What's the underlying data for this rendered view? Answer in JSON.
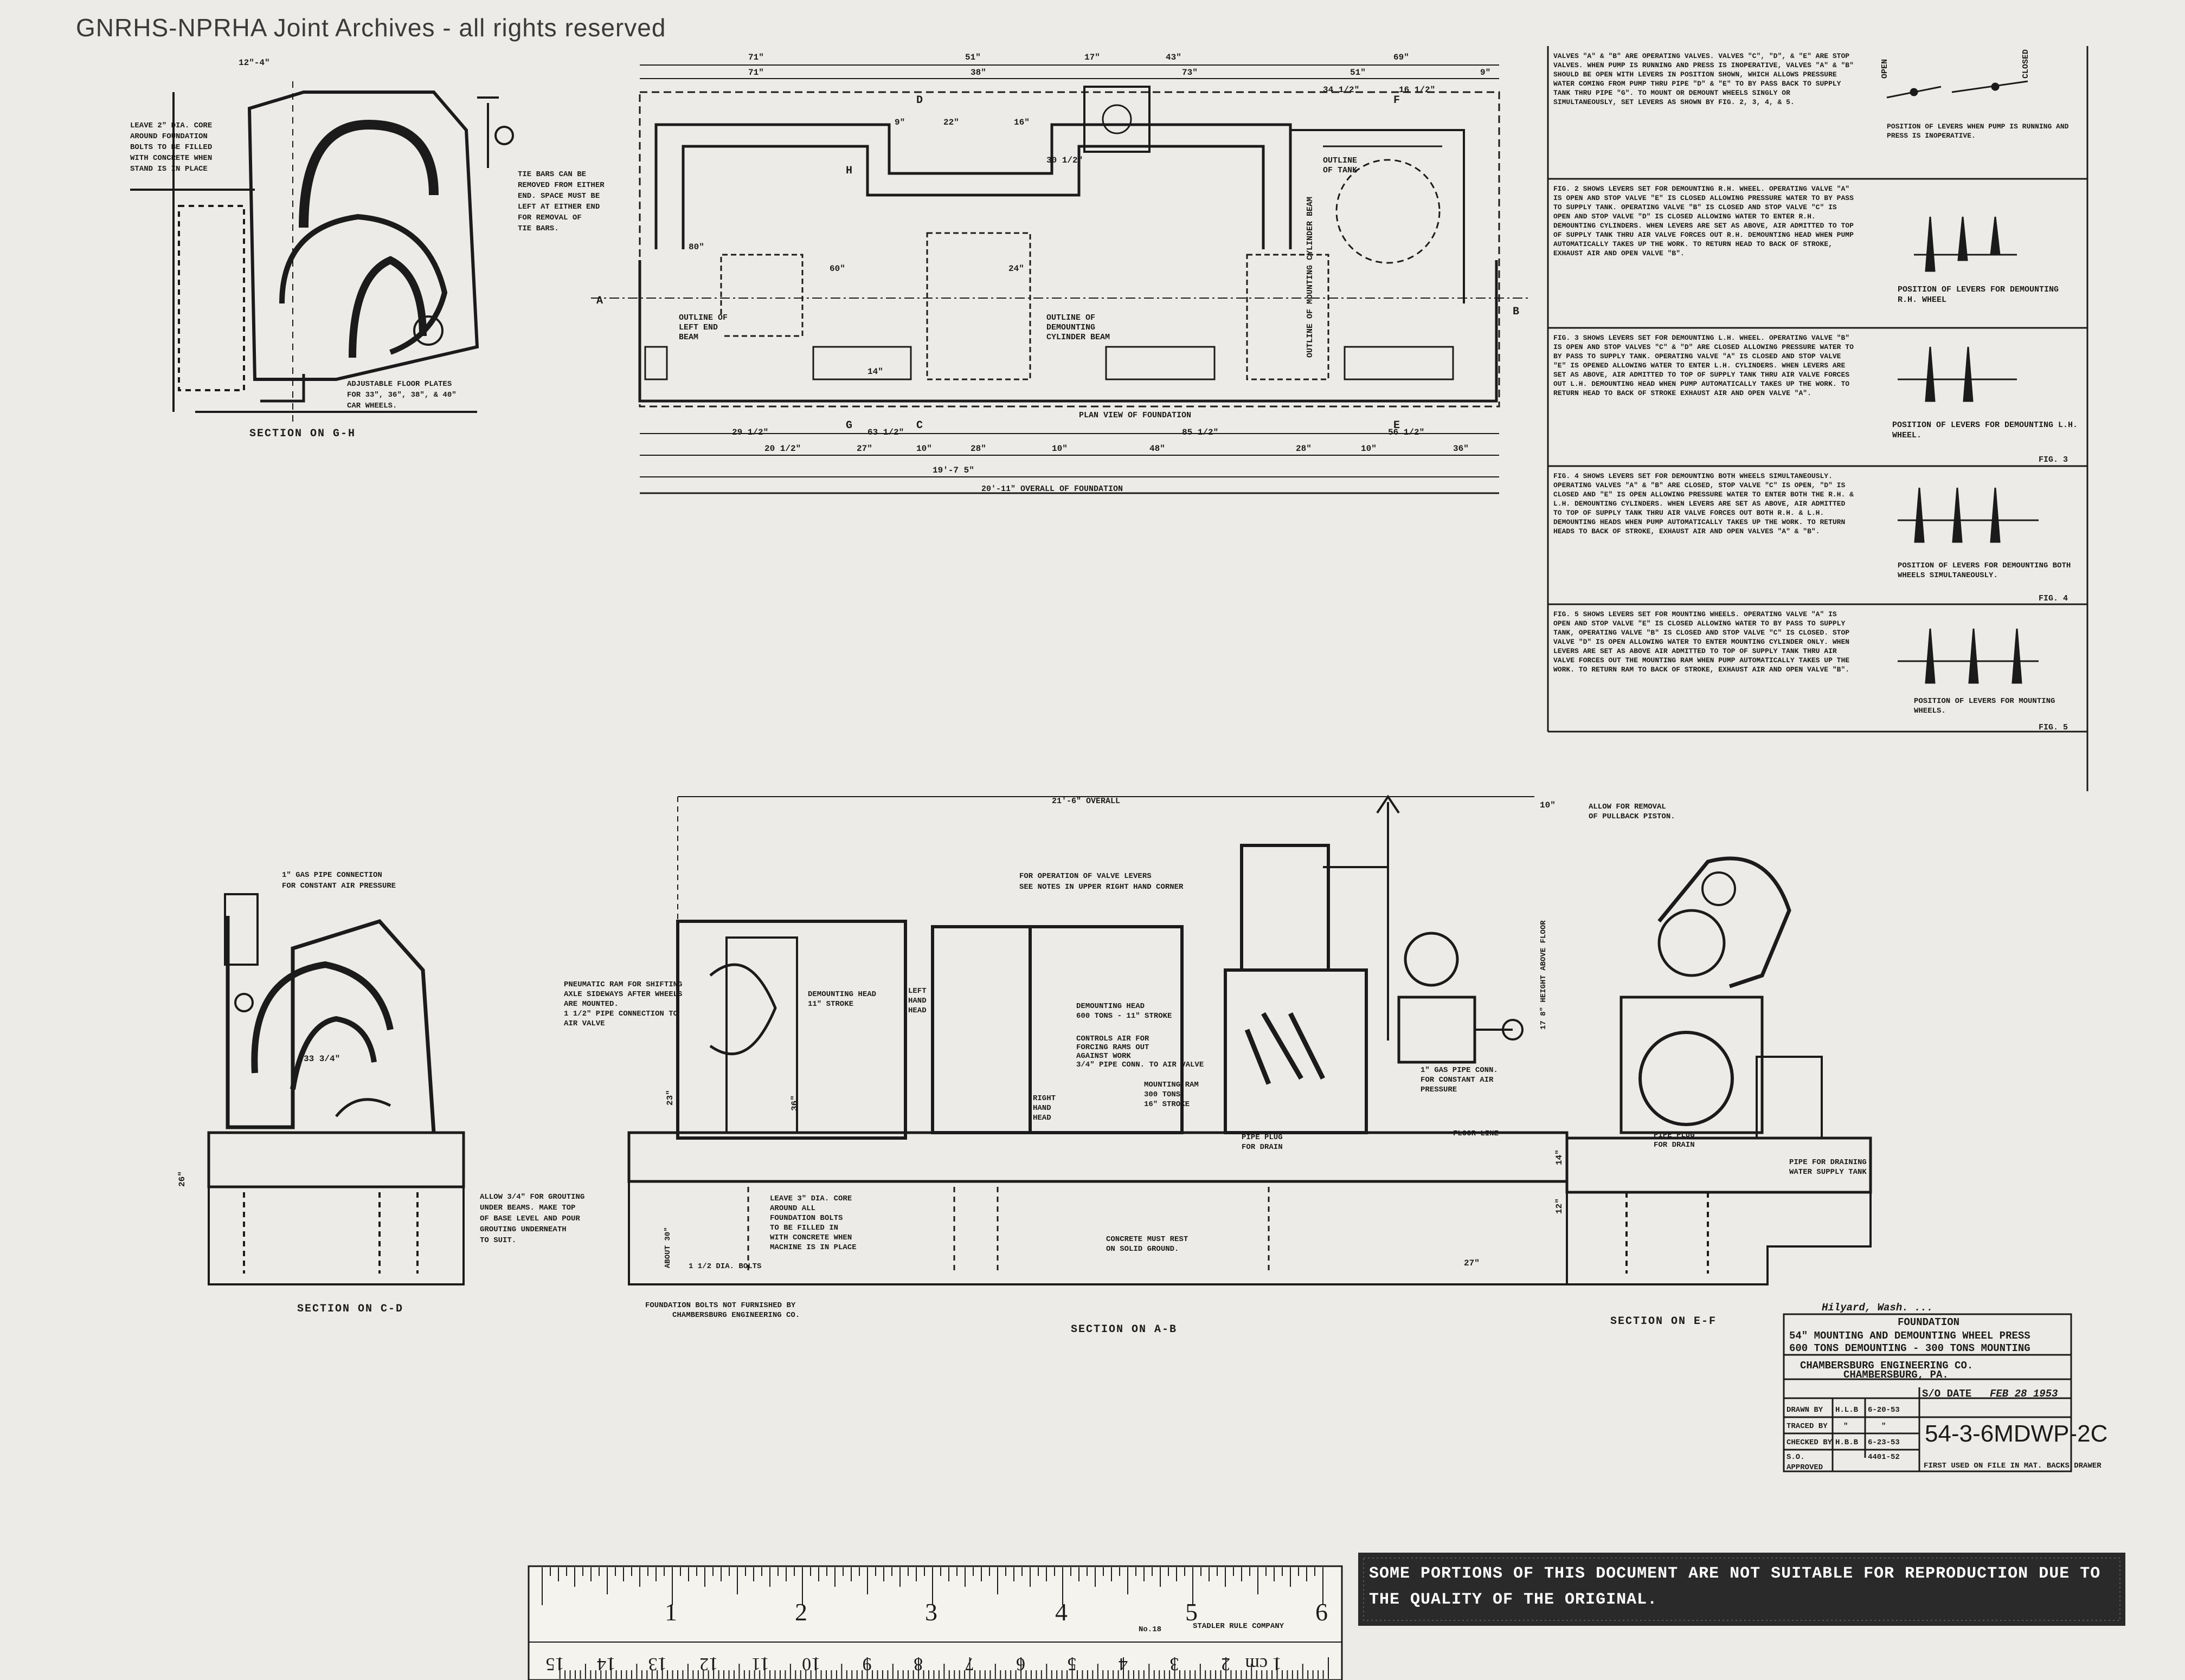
{
  "watermark": "GNRHS-NPRHA Joint Archives - all rights reserved",
  "section_gh": {
    "title": "SECTION ON G-H",
    "dim_top": "12\"-4\"",
    "core_note": "LEAVE 2\" DIA. CORE AROUND FOUNDATION BOLTS TO BE FILLED WITH CONCRETE WHEN STAND IS IN PLACE",
    "tie_bars_note": "TIE BARS CAN BE REMOVED FROM EITHER END. SPACE MUST BE LEFT AT EITHER END FOR REMOVAL OF TIE BARS.",
    "floor_plates_note": "ADJUSTABLE FLOOR PLATES FOR 33\", 36\", 38\", & 40\" CAR WHEELS."
  },
  "plan_view": {
    "title": "PLAN VIEW OF FOUNDATION",
    "top_dims_row1": [
      "71\"",
      "51\"",
      "17\"",
      "43\"",
      "69\""
    ],
    "top_dims_row2": [
      "71\"",
      "38\"",
      "73\"",
      "51\"",
      "9\""
    ],
    "inner_dims": [
      "9\"",
      "22\"",
      "16\"",
      "34 1/2\"",
      "16 1/2\"",
      "30 1/2\"",
      "80\"",
      "60\"",
      "24\"",
      "14\""
    ],
    "bottom_dims_row1": [
      "29 1/2\"",
      "63 1/2\"",
      "85 1/2\"",
      "56 1/2\""
    ],
    "bottom_dims_row2": [
      "20 1/2\"",
      "27\"",
      "10\"",
      "28\"",
      "10\"",
      "48\"",
      "28\"",
      "10\"",
      "36\""
    ],
    "bottom_dims_row3": [
      "19'-7 5\""
    ],
    "overall": "20'-11\" OVERALL OF FOUNDATION",
    "labels": [
      "OUTLINE OF LEFT END BEAM",
      "OUTLINE OF DEMOUNTING CYLINDER BEAM",
      "OUTLINE OF TANK",
      "OUTLINE OF MOUNTING CYLINDER BEAM"
    ],
    "markers": [
      "A",
      "B",
      "C",
      "D",
      "E",
      "F",
      "G",
      "H"
    ]
  },
  "valve_notes": [
    {
      "text": "VALVES \"A\" & \"B\" ARE OPERATING VALVES. VALVES \"C\", \"D\", & \"E\" ARE STOP VALVES. WHEN PUMP IS RUNNING AND PRESS IS INOPERATIVE, VALVES \"A\" & \"B\" SHOULD BE OPEN WITH LEVERS IN POSITION SHOWN, WHICH ALLOWS PRESSURE WATER COMING FROM PUMP THRU PIPE \"D\" & \"E\" TO BY PASS BACK TO SUPPLY TANK THRU PIPE \"G\". TO MOUNT OR DEMOUNT WHEELS SINGLY OR SIMULTANEOUSLY, SET LEVERS AS SHOWN BY FIG. 2, 3, 4, & 5.",
      "caption": "POSITION OF LEVERS WHEN PUMP IS RUNNING AND PRESS IS INOPERATIVE.",
      "fig": ""
    },
    {
      "text": "FIG. 2 SHOWS LEVERS SET FOR DEMOUNTING R.H. WHEEL. OPERATING VALVE \"A\" IS OPEN AND STOP VALVE \"E\" IS CLOSED ALLOWING PRESSURE WATER TO BY PASS TO SUPPLY TANK. OPERATING VALVE \"B\" IS CLOSED AND STOP VALVE \"C\" IS OPEN AND STOP VALVE \"D\" IS CLOSED ALLOWING WATER TO ENTER R.H. DEMOUNTING CYLINDERS. WHEN LEVERS ARE SET AS ABOVE, AIR ADMITTED TO TOP OF SUPPLY TANK THRU AIR VALVE FORCES OUT R.H. DEMOUNTING HEAD WHEN PUMP AUTOMATICALLY TAKES UP THE WORK. TO RETURN HEAD TO BACK OF STROKE, EXHAUST AIR AND OPEN VALVE \"B\".",
      "caption": "POSITION OF LEVERS FOR DEMOUNTING R.H. WHEEL",
      "fig": ""
    },
    {
      "text": "FIG. 3 SHOWS LEVERS SET FOR DEMOUNTING L.H. WHEEL. OPERATING VALVE \"B\" IS OPEN AND STOP VALVES \"C\" & \"D\" ARE CLOSED ALLOWING PRESSURE WATER TO BY PASS TO SUPPLY TANK. OPERATING VALVE \"A\" IS CLOSED AND STOP VALVE \"E\" IS OPENED ALLOWING WATER TO ENTER L.H. CYLINDERS. WHEN LEVERS ARE SET AS ABOVE, AIR ADMITTED TO TOP OF SUPPLY TANK THRU AIR VALVE FORCES OUT L.H. DEMOUNTING HEAD WHEN PUMP AUTOMATICALLY TAKES UP THE WORK. TO RETURN HEAD TO BACK OF STROKE EXHAUST AIR AND OPEN VALVE \"A\".",
      "caption": "POSITION OF LEVERS FOR DEMOUNTING L.H. WHEEL.",
      "fig": "FIG. 3"
    },
    {
      "text": "FIG. 4 SHOWS LEVERS SET FOR DEMOUNTING BOTH WHEELS SIMULTANEOUSLY. OPERATING VALVES \"A\" & \"B\" ARE CLOSED, STOP VALVE \"C\" IS OPEN, \"D\" IS CLOSED AND \"E\" IS OPEN ALLOWING PRESSURE WATER TO ENTER BOTH THE R.H. & L.H. DEMOUNTING CYLINDERS. WHEN LEVERS ARE SET AS ABOVE, AIR ADMITTED TO TOP OF SUPPLY TANK THRU AIR VALVE FORCES OUT BOTH R.H. & L.H. DEMOUNTING HEADS WHEN PUMP AUTOMATICALLY TAKES UP THE WORK. TO RETURN HEADS TO BACK OF STROKE, EXHAUST AIR AND OPEN VALVES \"A\" & \"B\".",
      "caption": "POSITION OF LEVERS FOR DEMOUNTING BOTH WHEELS SIMULTANEOUSLY.",
      "fig": "FIG. 4"
    },
    {
      "text": "FIG. 5 SHOWS LEVERS SET FOR MOUNTING WHEELS. OPERATING VALVE \"A\" IS OPEN AND STOP VALVE \"E\" IS CLOSED ALLOWING WATER TO BY PASS TO SUPPLY TANK, OPERATING VALVE \"B\" IS CLOSED AND STOP VALVE \"C\" IS CLOSED. STOP VALVE \"D\" IS OPEN ALLOWING WATER TO ENTER MOUNTING CYLINDER ONLY. WHEN LEVERS ARE SET AS ABOVE AIR ADMITTED TO TOP OF SUPPLY TANK THRU AIR VALVE FORCES OUT THE MOUNTING RAM WHEN PUMP AUTOMATICALLY TAKES UP THE WORK. TO RETURN RAM TO BACK OF STROKE, EXHAUST AIR AND OPEN VALVE \"B\".",
      "caption": "POSITION OF LEVERS FOR MOUNTING WHEELS.",
      "fig": "FIG. 5"
    }
  ],
  "lever_labels": [
    "OPEN",
    "CLOSED"
  ],
  "section_cd": {
    "title": "SECTION ON C-D",
    "gas_pipe_note": "1\" GAS PIPE CONNECTION FOR CONSTANT AIR PRESSURE",
    "grout_note": "ALLOW 3/4\" FOR GROUTING UNDER BEAMS. MAKE TOP OF BASE LEVEL AND POUR GROUTING UNDERNEATH TO SUIT.",
    "dims": [
      "33 3/4\"",
      "26\""
    ]
  },
  "section_ab": {
    "title": "SECTION ON A-B",
    "overall": "21'-6\" OVERALL",
    "notes": [
      "FOR OPERATION OF VALVE LEVERS SEE NOTES IN UPPER RIGHT HAND CORNER",
      "PNEUMATIC RAM FOR SHIFTING AXLE SIDEWAYS AFTER WHEELS ARE MOUNTED. 1 1/2\" PIPE CONNECTION TO AIR VALVE",
      "DEMOUNTING HEAD 11\" STROKE",
      "LEFT HAND HEAD",
      "RIGHT HAND HEAD",
      "DEMOUNTING HEAD 600 TONS - 11\" STROKE",
      "CONTROLS AIR FOR FORCING RAMS OUT AGAINST WORK 3/4\" PIPE CONN. TO AIR VALVE",
      "MOUNTING RAM 300 TONS 16\" STROKE",
      "1\" GAS PIPE CONN. FOR CONSTANT AIR PRESSURE",
      "PIPE PLUG FOR DRAIN",
      "FLOOR LINE",
      "LEAVE 3\" DIA. CORE AROUND ALL FOUNDATION BOLTS TO BE FILLED IN WITH CONCRETE WHEN MACHINE IS IN PLACE",
      "CONCRETE MUST REST ON SOLID GROUND.",
      "1 1/2 DIA. BOLTS",
      "ABOUT 30\"",
      "ALLOW FOR REMOVAL OF PULLBACK PISTON.",
      "17 8\" HEIGHT ABOVE FLOOR"
    ],
    "dims": [
      "23\"",
      "36\"",
      "14\"",
      "12\"",
      "27\"",
      "10\""
    ],
    "bolt_note": "FOUNDATION BOLTS NOT FURNISHED BY CHAMBERSBURG ENGINEERING CO."
  },
  "section_ef": {
    "title": "SECTION ON E-F",
    "notes": [
      "PIPE FOR DRAINING WATER SUPPLY TANK",
      "PIPE PLUG FOR DRAIN"
    ]
  },
  "title_block": {
    "signature": "Hilyard, Wash. ...",
    "heading": "FOUNDATION",
    "line1": "54\" MOUNTING AND DEMOUNTING WHEEL PRESS",
    "line2": "600 TONS DEMOUNTING - 300 TONS MOUNTING",
    "company": "CHAMBERSBURG ENGINEERING CO.",
    "city": "CHAMBERSBURG, PA.",
    "date_label": "S/O DATE",
    "date_value": "FEB 28 1953",
    "drawn_label": "DRAWN BY",
    "drawn_by": "H.L.B",
    "drawn_date": "6-20-53",
    "traced_label": "TRACED BY",
    "traced_by": "\"",
    "traced_date": "\"",
    "checked_label": "CHECKED BY",
    "checked_by": "H.B.B",
    "checked_date": "6-23-53",
    "so_label": "S.O.",
    "so_value": "4401-52",
    "approved_label": "APPROVED",
    "first_used": "FIRST USED ON  FILE IN MAT. BACKS  DRAWER",
    "dwg_no": "54-3-6MDWP-2C"
  },
  "ruler": {
    "inches": [
      "1",
      "2",
      "3",
      "4",
      "5",
      "6"
    ],
    "cm": [
      "1 cm",
      "2",
      "3",
      "4",
      "5",
      "6",
      "7",
      "8",
      "9",
      "10",
      "11",
      "12",
      "13",
      "14",
      "15"
    ],
    "model": "No.18",
    "maker": "STADLER RULE COMPANY"
  },
  "stamp_notice": "SOME PORTIONS OF THIS DOCUMENT ARE NOT SUITABLE FOR REPRODUCTION DUE TO THE QUALITY OF THE ORIGINAL."
}
